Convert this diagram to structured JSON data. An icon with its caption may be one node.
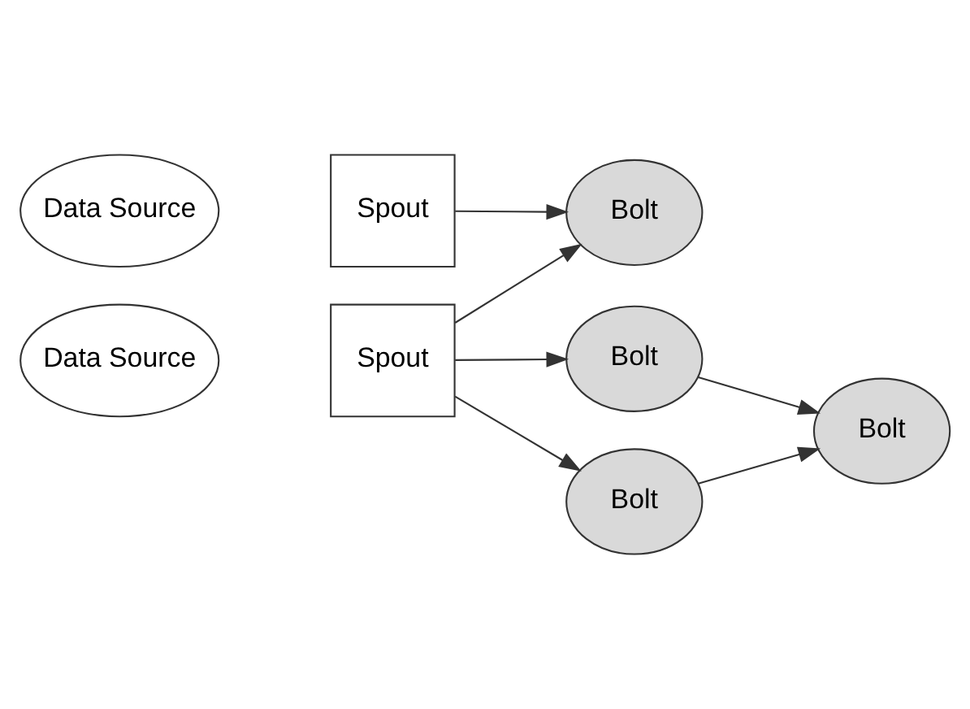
{
  "diagram": {
    "nodes": [
      {
        "text": [
          "Spout"
        ]
      },
      {
        "text": [
          "Data Source"
        ]
      },
      {
        "text": [
          "Bolt"
        ]
      },
      {
        "text": [
          "Bolt"
        ]
      },
      {
        "text": [
          "Bolt"
        ]
      },
      {
        "text": [
          "Spout"
        ]
      },
      {
        "text": [
          "Data Source"
        ]
      },
      {
        "text": [
          "Bolt"
        ]
      }
    ],
    "edges": [
      {
        "from": 0,
        "to": 2,
        "arrow": "to"
      },
      {
        "from": 0,
        "to": 4,
        "arrow": "to"
      },
      {
        "from": 0,
        "to": 7,
        "arrow": "to"
      },
      {
        "from": 2,
        "to": 3,
        "arrow": "to"
      },
      {
        "from": 4,
        "to": 3,
        "arrow": "to"
      },
      {
        "from": 5,
        "to": 7,
        "arrow": "to"
      }
    ]
  }
}
